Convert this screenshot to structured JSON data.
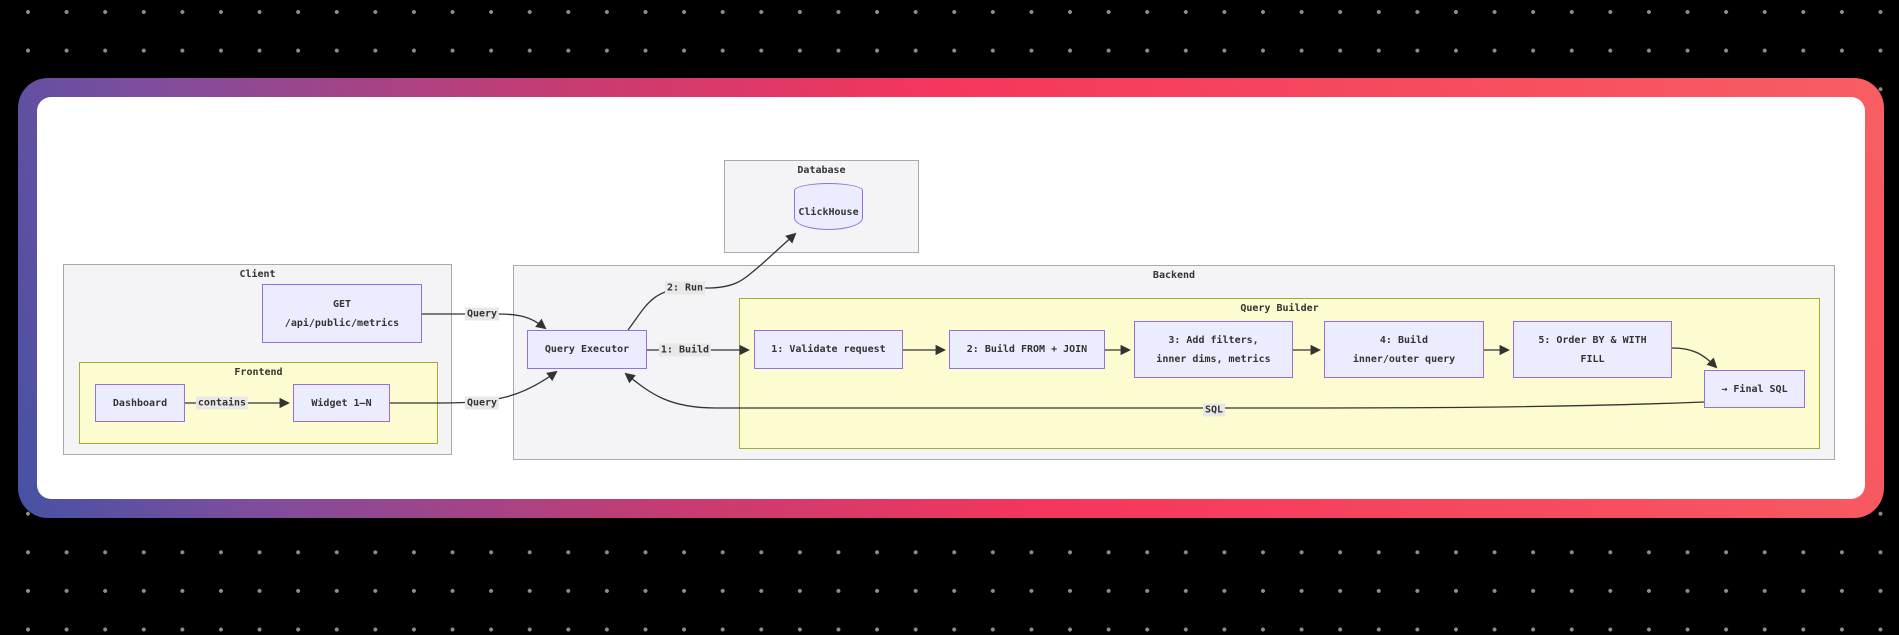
{
  "diagram": {
    "clusters": {
      "database": {
        "title": "Database"
      },
      "client": {
        "title": "Client"
      },
      "frontend": {
        "title": "Frontend"
      },
      "backend": {
        "title": "Backend"
      },
      "query_builder": {
        "title": "Query Builder"
      }
    },
    "nodes": {
      "clickhouse": {
        "label": "ClickHouse",
        "shape": "cylinder"
      },
      "get_endpoint": {
        "line1": "GET",
        "line2": "/api/public/metrics"
      },
      "dashboard": {
        "label": "Dashboard"
      },
      "widget": {
        "label": "Widget 1–N"
      },
      "query_executor": {
        "label": "Query Executor"
      },
      "step1": {
        "label": "1: Validate request"
      },
      "step2": {
        "label": "2: Build FROM + JOIN"
      },
      "step3": {
        "line1": "3: Add filters,",
        "line2": "inner dims, metrics"
      },
      "step4": {
        "line1": "4: Build",
        "line2": "inner/outer query"
      },
      "step5": {
        "line1": "5: Order BY & WITH",
        "line2": "FILL"
      },
      "final_sql": {
        "label": "→ Final SQL"
      }
    },
    "edges": [
      {
        "from": "GET /api/public/metrics",
        "to": "Query Executor",
        "label": "Query"
      },
      {
        "from": "Widget 1–N",
        "to": "Query Executor",
        "label": "Query"
      },
      {
        "from": "Dashboard",
        "to": "Widget 1–N",
        "label": "contains"
      },
      {
        "from": "Query Executor",
        "to": "1: Validate request",
        "label": "1: Build"
      },
      {
        "from": "Query Executor",
        "to": "ClickHouse",
        "label": "2: Run"
      },
      {
        "from": "→ Final SQL",
        "to": "Query Executor",
        "label": "SQL"
      },
      {
        "from": "1: Validate request",
        "to": "2: Build FROM + JOIN",
        "label": ""
      },
      {
        "from": "2: Build FROM + JOIN",
        "to": "3: Add filters, inner dims, metrics",
        "label": ""
      },
      {
        "from": "3: Add filters, inner dims, metrics",
        "to": "4: Build inner/outer query",
        "label": ""
      },
      {
        "from": "4: Build inner/outer query",
        "to": "5: Order BY & WITH FILL",
        "label": ""
      },
      {
        "from": "5: Order BY & WITH FILL",
        "to": "→ Final SQL",
        "label": ""
      }
    ]
  },
  "colors": {
    "bg": "#000000",
    "dot": "#8C8C8C",
    "frame-g1": "#4652A4",
    "frame-g2": "#7E4D9E",
    "frame-g3": "#C33C74",
    "frame-g4": "#F5365C",
    "frame-g5": "#F85E61",
    "card": "#FFFFFF",
    "cluster-fill": "#F4F4F6",
    "cluster-border": "#A9A9AE",
    "yellow-fill": "#FCFCD0",
    "yellow-border": "#AAAA33",
    "node-fill": "#ECECFF",
    "node-border": "#9370DB",
    "edge": "#333333",
    "label-bg": "#E8E8E8",
    "text": "#333333"
  }
}
